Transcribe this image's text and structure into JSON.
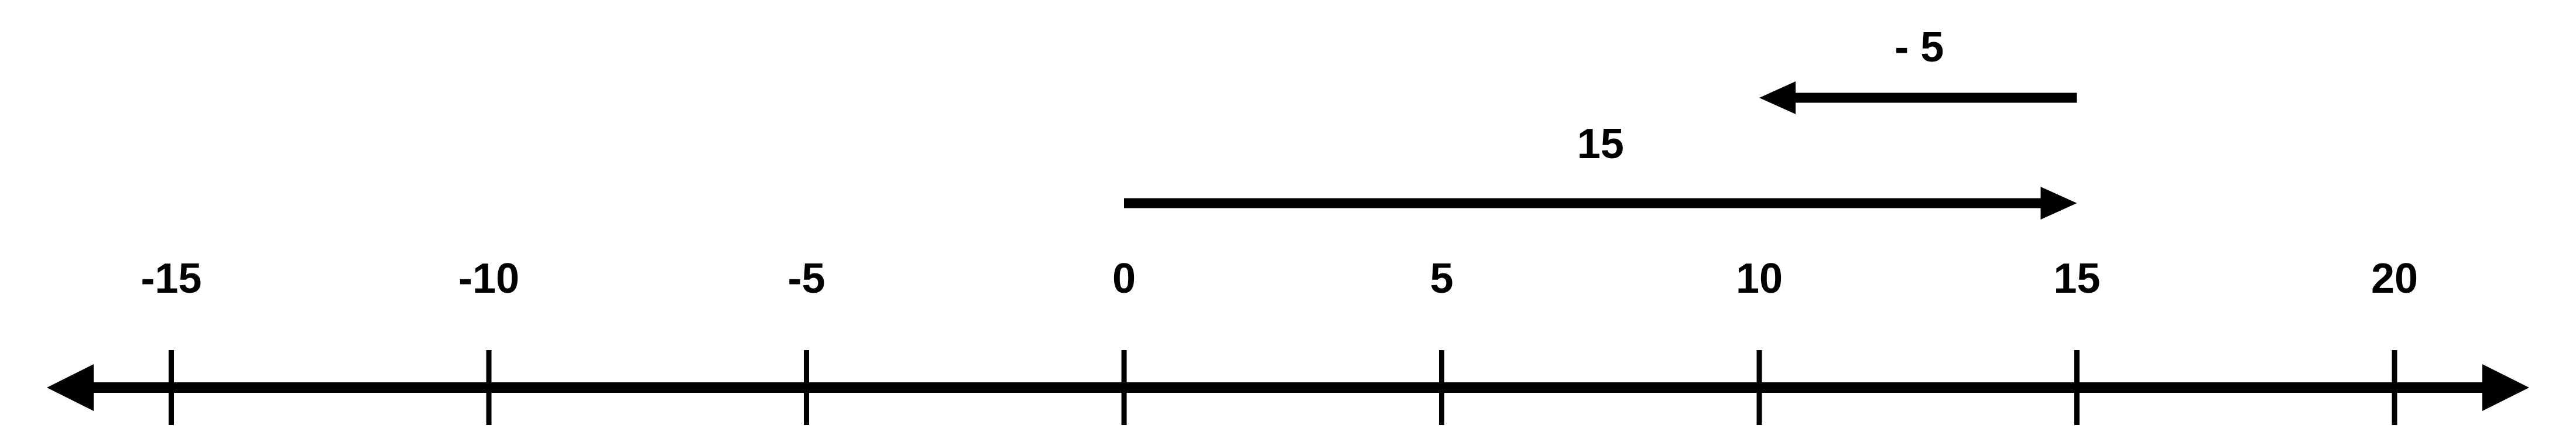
{
  "number_line": {
    "ticks": [
      {
        "value": -15,
        "label": "-15"
      },
      {
        "value": -10,
        "label": "-10"
      },
      {
        "value": -5,
        "label": "-5"
      },
      {
        "value": 0,
        "label": "0"
      },
      {
        "value": 5,
        "label": "5"
      },
      {
        "value": 10,
        "label": "10"
      },
      {
        "value": 15,
        "label": "15"
      },
      {
        "value": 20,
        "label": "20"
      }
    ],
    "color": "#000000"
  },
  "vectors": [
    {
      "label": "15",
      "from": 0,
      "to": 15
    },
    {
      "label": "- 5",
      "from": 15,
      "to": 10
    }
  ]
}
